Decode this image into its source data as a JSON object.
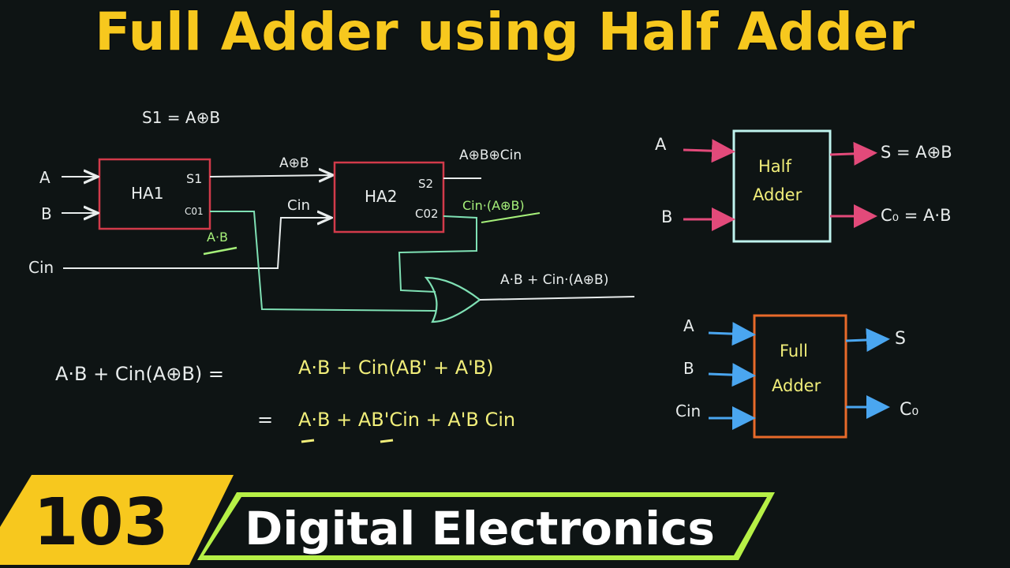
{
  "title": "Full Adder using Half Adder",
  "colors": {
    "background": "#0e1414",
    "title": "#f7c81e",
    "chalk": "#e8ecec",
    "box_red": "#d23a4a",
    "wire_green": "#7fe0b4",
    "note_green": "#a6f07a",
    "ha_box": "#bff3ee",
    "ha_arrows": "#e24a7a",
    "fa_box": "#e86a2a",
    "fa_arrows": "#4aa6f0",
    "eq_yellow": "#f1ee7a",
    "banner_yellow": "#f7c81e",
    "banner_green": "#b6f046"
  },
  "circuit": {
    "s1_eq": "S1 = A⊕B",
    "in_a": "A",
    "in_b": "B",
    "in_cin": "Cin",
    "ha1": "HA1",
    "ha1_s": "S1",
    "ha1_c": "C01",
    "ha1_carry_note": "A·B",
    "mid_label": "A⊕B",
    "cin_label": "Cin",
    "ha2": "HA2",
    "ha2_s": "S2",
    "ha2_c": "C02",
    "sum_out": "A⊕B⊕Cin",
    "ha2_carry_note": "Cin·(A⊕B)",
    "or_out": "A·B + Cin·(A⊕B)"
  },
  "half_adder": {
    "label_line1": "Half",
    "label_line2": "Adder",
    "in_a": "A",
    "in_b": "B",
    "out_s": "S = A⊕B",
    "out_c": "C₀ = A·B"
  },
  "full_adder": {
    "label_line1": "Full",
    "label_line2": "Adder",
    "in_a": "A",
    "in_b": "B",
    "in_cin": "Cin",
    "out_s": "S",
    "out_c": "C₀"
  },
  "equations": {
    "lhs": "A·B + Cin(A⊕B) =",
    "rhs1": "A·B + Cin(AB' + A'B)",
    "eq2": "=",
    "rhs2": "A·B + AB'Cin + A'B Cin"
  },
  "banner": {
    "number": "103",
    "subject": "Digital Electronics"
  }
}
